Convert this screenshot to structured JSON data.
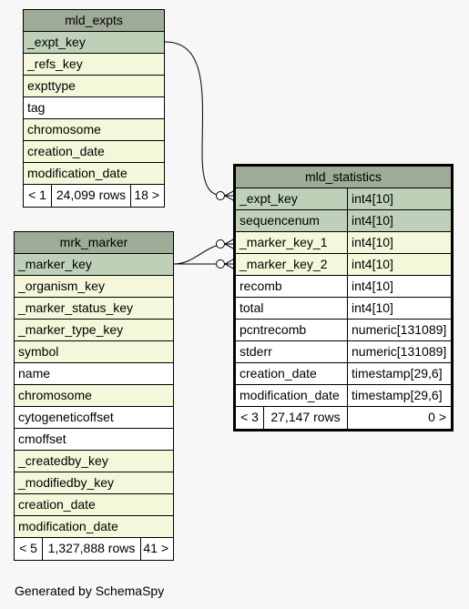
{
  "tables": {
    "mld_expts": {
      "title": "mld_expts",
      "columns": [
        {
          "name": "_expt_key",
          "kind": "pk"
        },
        {
          "name": "_refs_key",
          "kind": "fk"
        },
        {
          "name": "expttype",
          "kind": "fk"
        },
        {
          "name": "tag",
          "kind": "plain"
        },
        {
          "name": "chromosome",
          "kind": "fk"
        },
        {
          "name": "creation_date",
          "kind": "fk"
        },
        {
          "name": "modification_date",
          "kind": "fk"
        }
      ],
      "footer": {
        "parents": "< 1",
        "rows": "24,099 rows",
        "children": "18 >"
      }
    },
    "mrk_marker": {
      "title": "mrk_marker",
      "columns": [
        {
          "name": "_marker_key",
          "kind": "pk"
        },
        {
          "name": "_organism_key",
          "kind": "fk"
        },
        {
          "name": "_marker_status_key",
          "kind": "fk"
        },
        {
          "name": "_marker_type_key",
          "kind": "fk"
        },
        {
          "name": "symbol",
          "kind": "fk"
        },
        {
          "name": "name",
          "kind": "plain"
        },
        {
          "name": "chromosome",
          "kind": "fk"
        },
        {
          "name": "cytogeneticoffset",
          "kind": "plain"
        },
        {
          "name": "cmoffset",
          "kind": "plain"
        },
        {
          "name": "_createdby_key",
          "kind": "fk"
        },
        {
          "name": "_modifiedby_key",
          "kind": "fk"
        },
        {
          "name": "creation_date",
          "kind": "fk"
        },
        {
          "name": "modification_date",
          "kind": "fk"
        }
      ],
      "footer": {
        "parents": "< 5",
        "rows": "1,327,888 rows",
        "children": "41 >"
      }
    },
    "mld_statistics": {
      "title": "mld_statistics",
      "columns": [
        {
          "name": "_expt_key",
          "type": "int4[10]",
          "kind": "pk"
        },
        {
          "name": "sequencenum",
          "type": "int4[10]",
          "kind": "pk"
        },
        {
          "name": "_marker_key_1",
          "type": "int4[10]",
          "kind": "fk"
        },
        {
          "name": "_marker_key_2",
          "type": "int4[10]",
          "kind": "fk"
        },
        {
          "name": "recomb",
          "type": "int4[10]",
          "kind": "plain"
        },
        {
          "name": "total",
          "type": "int4[10]",
          "kind": "plain"
        },
        {
          "name": "pcntrecomb",
          "type": "numeric[131089]",
          "kind": "plain"
        },
        {
          "name": "stderr",
          "type": "numeric[131089]",
          "kind": "plain"
        },
        {
          "name": "creation_date",
          "type": "timestamp[29,6]",
          "kind": "plain"
        },
        {
          "name": "modification_date",
          "type": "timestamp[29,6]",
          "kind": "plain"
        }
      ],
      "footer": {
        "parents": "< 3",
        "rows": "27,147 rows",
        "children": "0 >"
      }
    }
  },
  "colors": {
    "title": "#9eab96",
    "primary_key": "#bed1b8",
    "foreign_key": "#f4f7da",
    "plain": "#ffffff"
  },
  "footer_text": "Generated by SchemaSpy"
}
